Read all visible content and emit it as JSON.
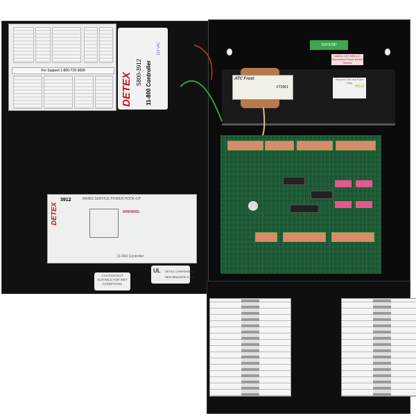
{
  "door": {
    "chart_support": "For Support 1-800-729-3839",
    "controller_label": {
      "brand": "DETEX",
      "model": "S800-3912",
      "product": "11-800 Controller",
      "power": "120 VAC"
    },
    "wiring_label": {
      "title": "MAINS SERVICE POWER HOOK-UP",
      "warning": "WARNING",
      "brand": "DETEX",
      "model": "3912",
      "footer": "11-800 Controller"
    },
    "caution": "CAUTION NOT SUITABLE FOR WET CONDITIONS",
    "ul_label": {
      "mark": "UL",
      "company": "DETEX CORPORATION",
      "city": "NEW BRAUNFELS, TX"
    }
  },
  "enclosure": {
    "transformer": {
      "brand": "ATC Frost",
      "part": "FT2001"
    },
    "ground_label": "GROUND",
    "caution_label": "Caution 120 Volts A.C. Disconnect Power Before Service",
    "fuse_label": "Replace 250 mA Fuse Only",
    "fuse_tag": "HOL2"
  }
}
